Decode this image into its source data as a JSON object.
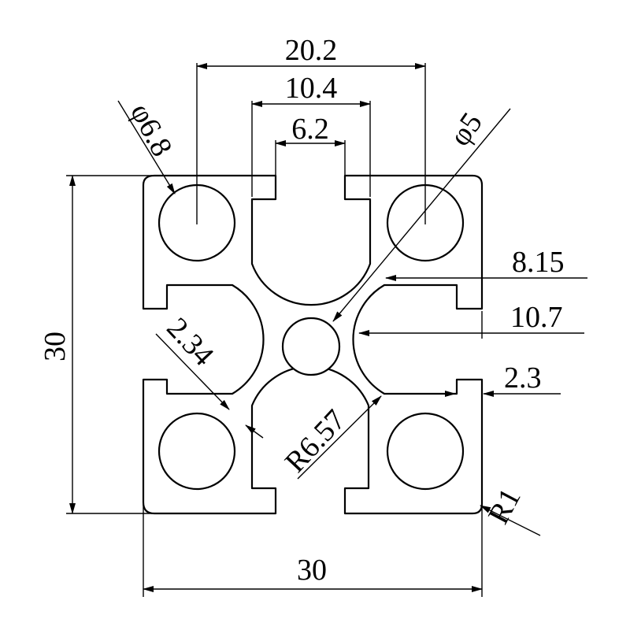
{
  "drawing": {
    "dimensions": {
      "width_30": "30",
      "height_30": "30",
      "d20_2": "20.2",
      "d10_4": "10.4",
      "d6_2": "6.2",
      "phi6_8": "φ6.8",
      "phi5": "φ5",
      "d8_15": "8.15",
      "d10_7": "10.7",
      "d2_3": "2.3",
      "d2_34": "2.34",
      "r6_57": "R6.57",
      "r1": "R1"
    },
    "colors": {
      "line": "#000000",
      "background": "#ffffff"
    }
  }
}
